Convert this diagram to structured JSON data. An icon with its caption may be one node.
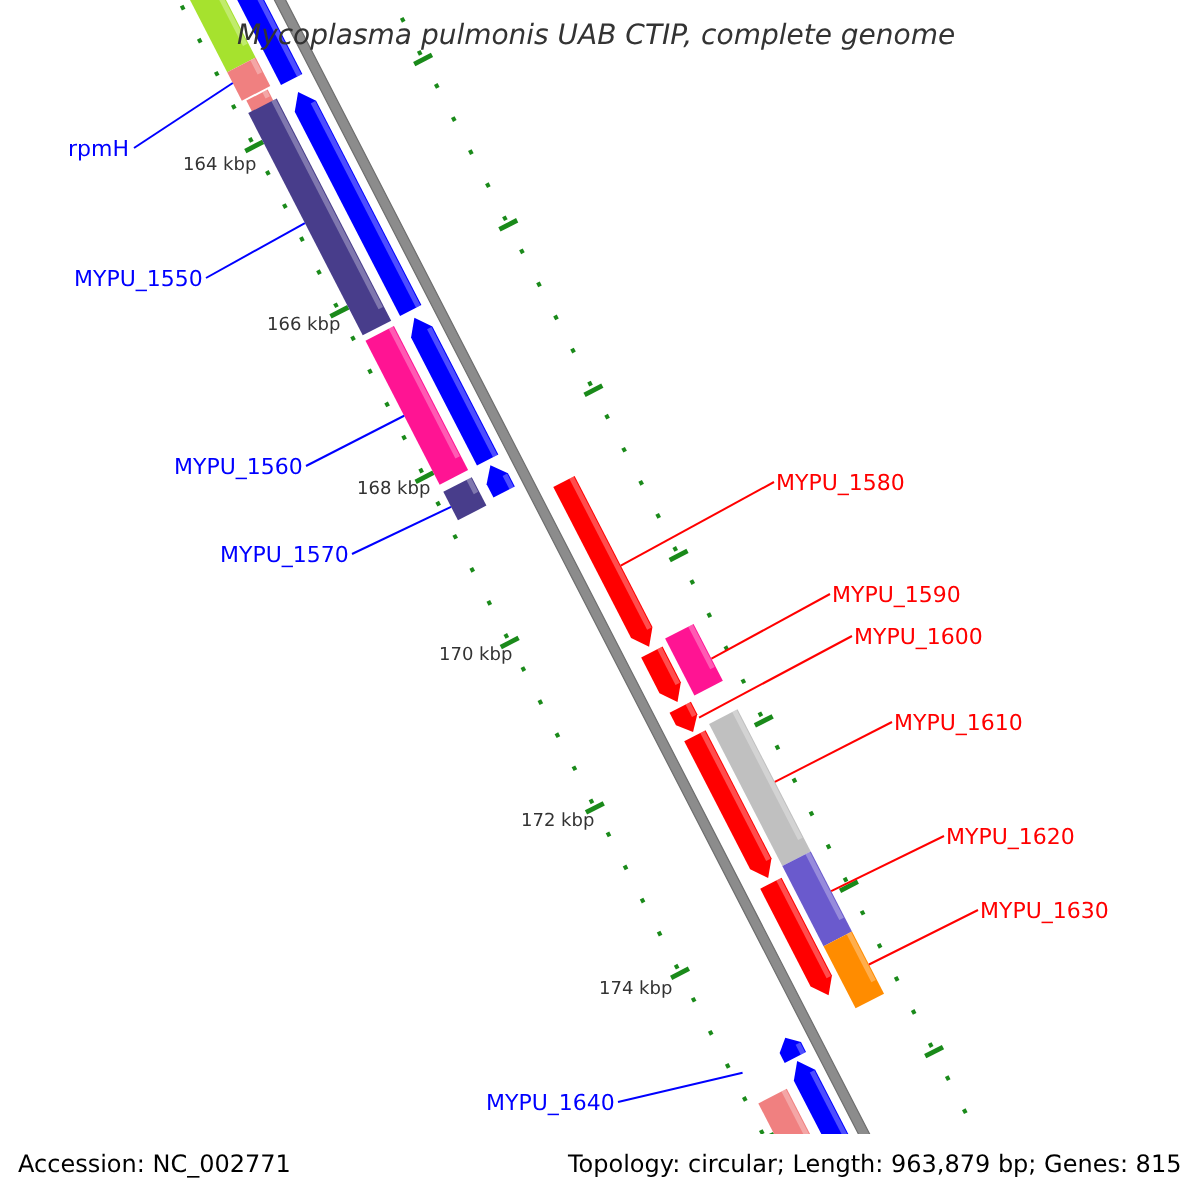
{
  "diagram": {
    "title": "Mycoplasma pulmonis UAB CTIP, complete genome",
    "nodes": [
      {
        "text": [
          "rpmH"
        ]
      },
      {
        "text": [
          "MYPU_1550"
        ]
      },
      {
        "text": [
          "MYPU_1560"
        ]
      },
      {
        "text": [
          "MYPU_1570"
        ]
      },
      {
        "text": [
          "MYPU_1580"
        ]
      },
      {
        "text": [
          "MYPU_1590"
        ]
      },
      {
        "text": [
          "MYPU_1600"
        ]
      },
      {
        "text": [
          "MYPU_1610"
        ]
      },
      {
        "text": [
          "MYPU_1620"
        ]
      },
      {
        "text": [
          "MYPU_1630"
        ]
      },
      {
        "text": [
          "MYPU_1640"
        ]
      },
      {
        "text": [],
        "shape": "bar"
      },
      {
        "text": [],
        "shape": "bar"
      },
      {
        "text": [],
        "shape": "bar"
      },
      {
        "text": [],
        "shape": "bar"
      },
      {
        "text": [],
        "shape": "bar"
      },
      {
        "text": [],
        "shape": "bar"
      },
      {
        "text": [],
        "shape": "bar"
      },
      {
        "text": [],
        "shape": "bar"
      },
      {
        "text": [],
        "shape": "bar"
      },
      {
        "text": [],
        "shape": "bar"
      },
      {
        "text": [],
        "shape": "bar"
      }
    ],
    "edges": [
      {
        "from": 0,
        "to": 11,
        "arrow": "none",
        "color": "#0000ff"
      },
      {
        "from": 1,
        "to": 12,
        "arrow": "none",
        "color": "#0000ff"
      },
      {
        "from": 2,
        "to": 13,
        "arrow": "none",
        "color": "#0000ff"
      },
      {
        "from": 3,
        "to": 14,
        "arrow": "none",
        "color": "#0000ff"
      },
      {
        "from": 4,
        "to": 15,
        "arrow": "none"
      },
      {
        "from": 5,
        "to": 16,
        "arrow": "none"
      },
      {
        "from": 6,
        "to": 17,
        "arrow": "none"
      },
      {
        "from": 7,
        "to": 18,
        "arrow": "none"
      },
      {
        "from": 8,
        "to": 19,
        "arrow": "none"
      },
      {
        "from": 9,
        "to": 20,
        "arrow": "none"
      },
      {
        "from": 10,
        "to": 21,
        "arrow": "none",
        "color": "#0000ff"
      }
    ],
    "labels": [
      "164 kbp",
      "166 kbp",
      "168 kbp",
      "170 kbp",
      "172 kbp",
      "174 kbp",
      "Accession: NC_002771",
      "Topology: circular; Length: 963,879 bp; Genes: 815"
    ]
  }
}
